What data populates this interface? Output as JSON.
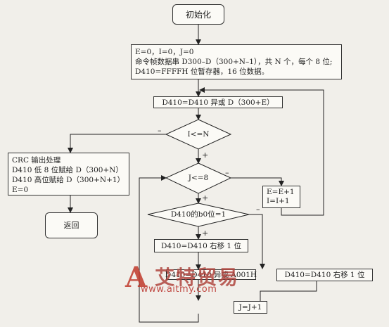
{
  "nodes": {
    "start": "初始化",
    "init_lines": [
      "E=0，I=0，J=0",
      "命令帧数据串 D300–D（300+N–1），共 N 个，每个 8 位;",
      "D410=FFFFH 位暂存器，16 位数据。"
    ],
    "xor_e": "D410=D410 异或 D（300+E）",
    "decision_i": "I<=N",
    "crc_lines": [
      "CRC 输出处理",
      "D410 低 8 位赋给 D（300+N）",
      "D410 高位赋给 D（300+N+1）",
      "E=0"
    ],
    "return": "返回",
    "decision_j": "J<=8",
    "inc_lines": [
      "E=E+1",
      "I=I+1"
    ],
    "decision_b0": "D410的b0位=1",
    "shift_left_path": "D410=D410 右移 1 位",
    "xor_a001": "D410=D410 异或 A001H",
    "shift_right_path": "D410=D410 右移 1 位",
    "j_inc": "J=J+1"
  },
  "labels": {
    "minus": "–",
    "plus": "+"
  },
  "watermark": {
    "logo": "A",
    "title": "艾特贸易",
    "url": "www.aitmy.com"
  }
}
